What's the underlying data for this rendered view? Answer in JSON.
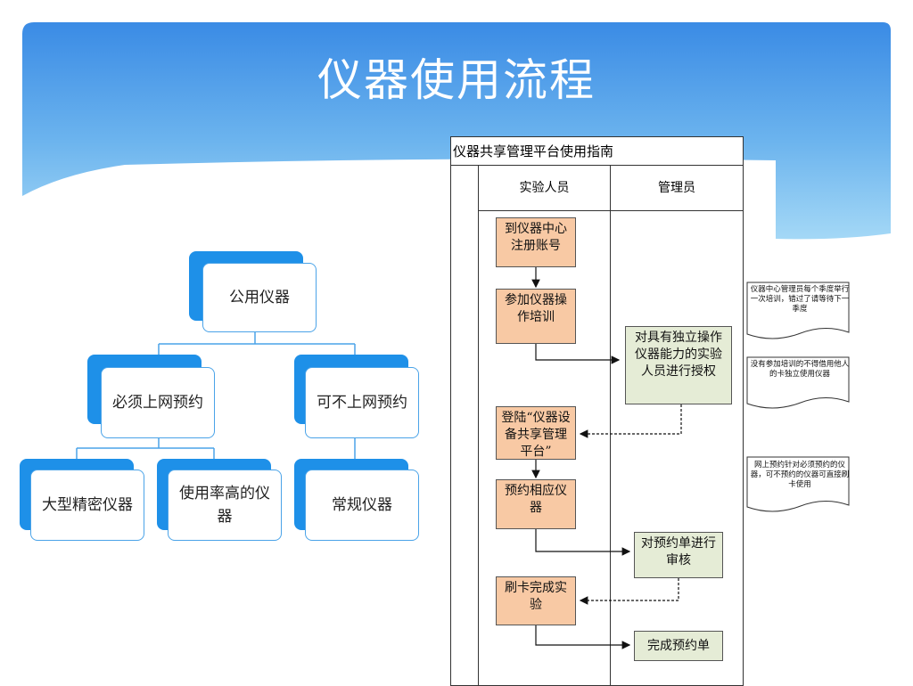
{
  "slide": {
    "title": "仪器使用流程"
  },
  "tree": {
    "root": "公用仪器",
    "branch_left": "必须上网预约",
    "branch_right": "可不上网预约",
    "leaf_1": "大型精密仪器",
    "leaf_2": "使用率高的仪器",
    "leaf_3": "常规仪器"
  },
  "flowchart": {
    "title": "仪器共享管理平台使用指南",
    "lane_experimenter": "实验人员",
    "lane_admin": "管理员",
    "steps": {
      "register": "到仪器中心注册账号",
      "training": "参加仪器操作培训",
      "authorize": "对具有独立操作仪器能力的实验人员进行授权",
      "login": "登陆“仪器设备共享管理平台”",
      "reserve": "预约相应仪器",
      "review": "对预约单进行审核",
      "swipe": "刷卡完成实验",
      "complete": "完成预约单"
    }
  },
  "notes": {
    "note_1": "仪器中心管理员每个季度举行一次培训，错过了请等待下一季度",
    "note_2": "没有参加培训的不得借用他人的卡独立使用仪器",
    "note_3": "网上预约针对必须预约的仪器，可不预约的仪器可直接刷卡使用"
  },
  "colors": {
    "header_gradient_top": "#3d8fe6",
    "header_gradient_bottom": "#9ad3f5",
    "node_back": "#1e90e8",
    "box_orange": "#f8c9a4",
    "box_green": "#e5ecd6"
  }
}
